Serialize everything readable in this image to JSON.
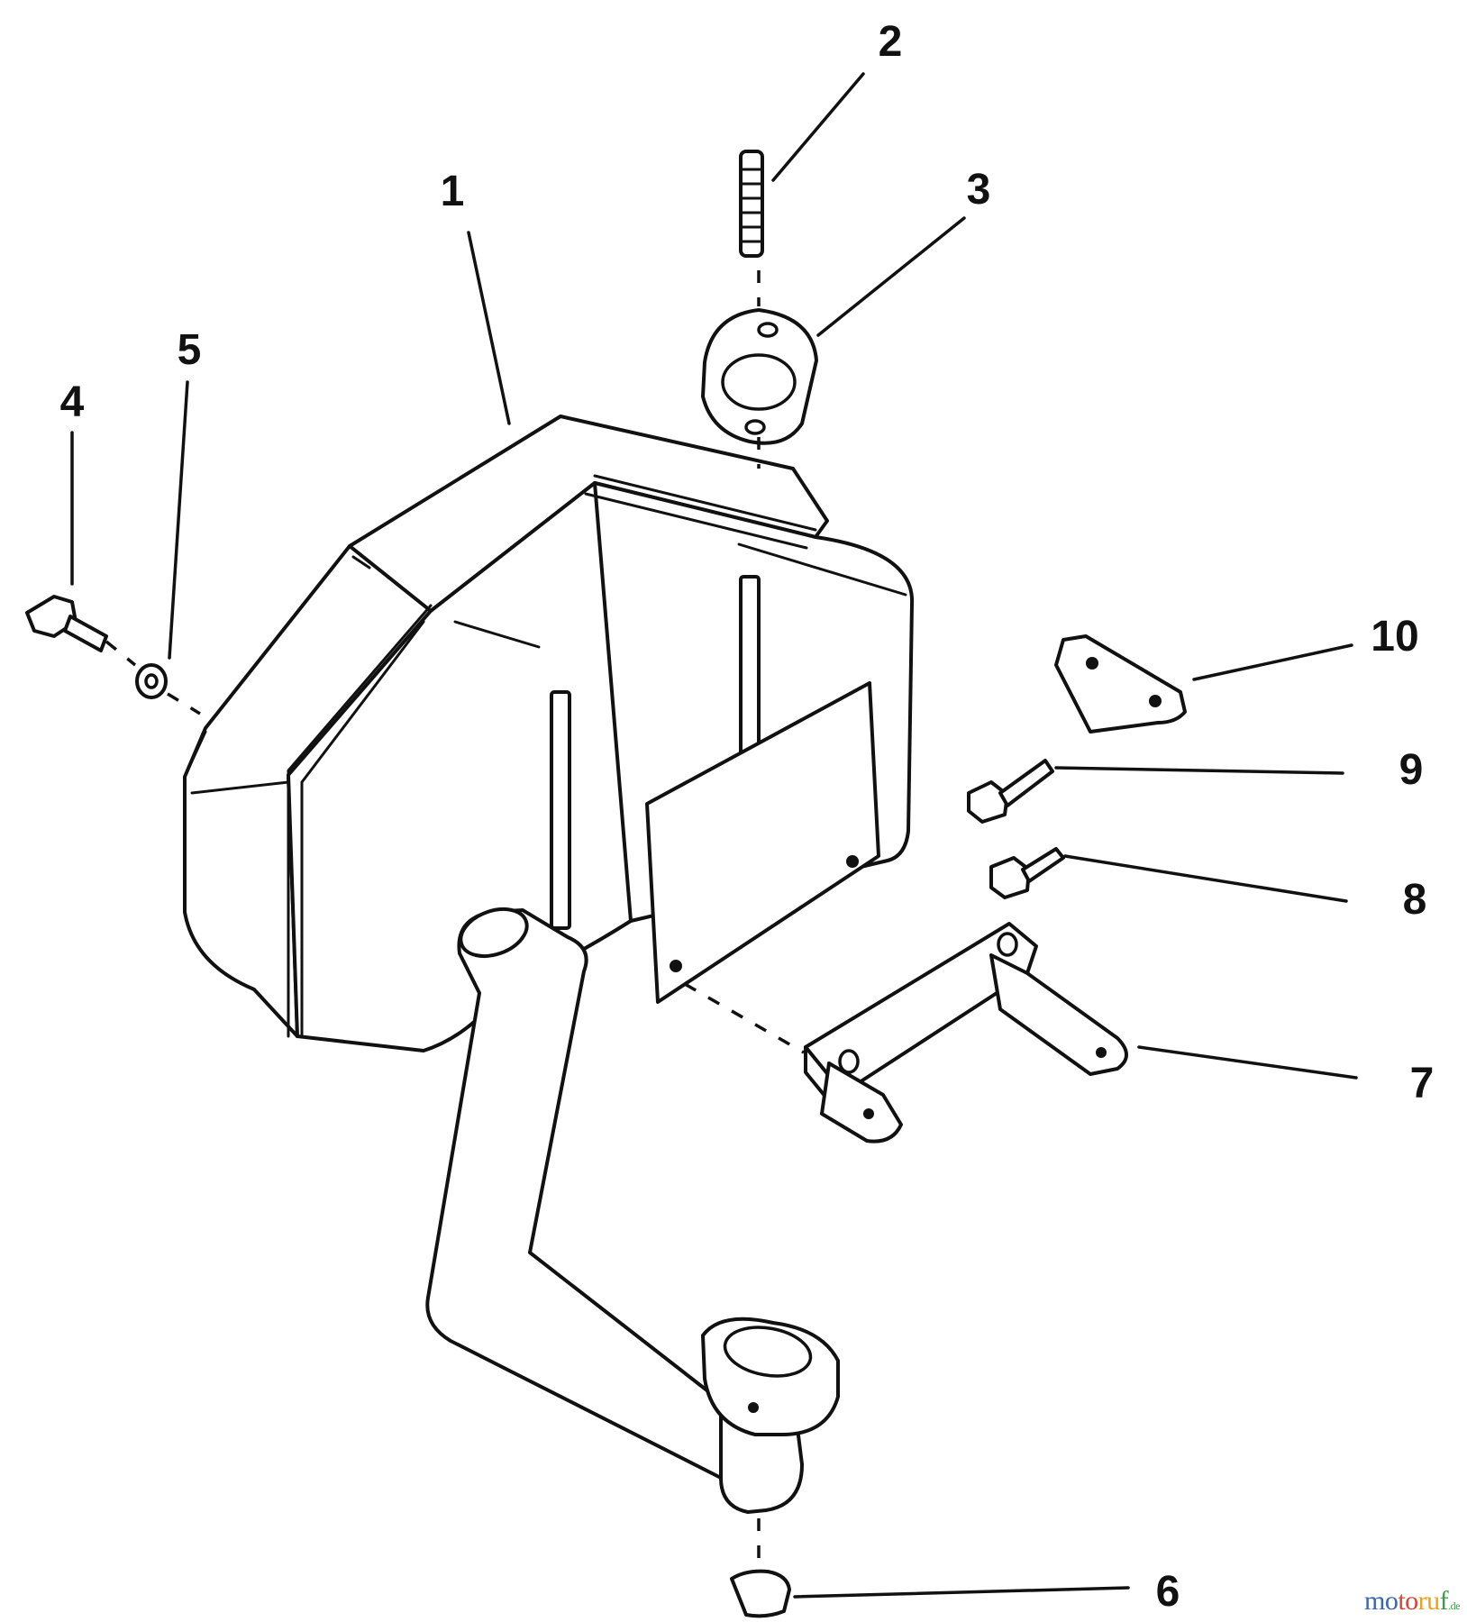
{
  "callouts": {
    "c1": "1",
    "c2": "2",
    "c3": "3",
    "c4": "4",
    "c5": "5",
    "c6": "6",
    "c7": "7",
    "c8": "8",
    "c9": "9",
    "c10": "10"
  },
  "watermark": {
    "part1": "mo",
    "part2": "to",
    "part3": "ru",
    "part4": "f",
    "suffix": ".de"
  }
}
